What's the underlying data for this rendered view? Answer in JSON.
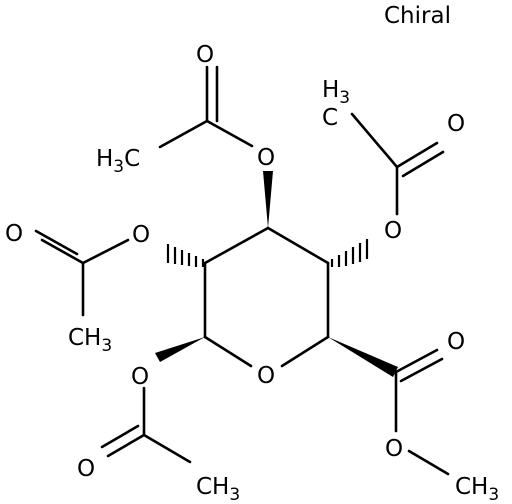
{
  "chirality_label": "Chiral",
  "atoms": {
    "o_ring": "O",
    "o_c1_ester": "O",
    "o_c1_carbonyl": "O",
    "o_c2_ester": "O",
    "o_c2_carbonyl": "O",
    "o_c3_ester": "O",
    "o_c3_carbonyl": "O",
    "o_c4_ester": "O",
    "o_c4_carbonyl": "O",
    "o_c5_carbonyl": "O",
    "o_c5_ester": "O"
  },
  "methyls": {
    "c1_acetyl": {
      "element": "CH",
      "subscript": "3"
    },
    "c2_acetyl": {
      "element": "CH",
      "subscript": "3"
    },
    "c3_acetyl": {
      "prefix": "H",
      "subscript": "3",
      "element": "C"
    },
    "c4_acetyl": {
      "element": "H",
      "subscript": "3"
    },
    "c4_acetyl_c": "C",
    "ester_methyl": {
      "element": "CH",
      "subscript": "3"
    }
  }
}
